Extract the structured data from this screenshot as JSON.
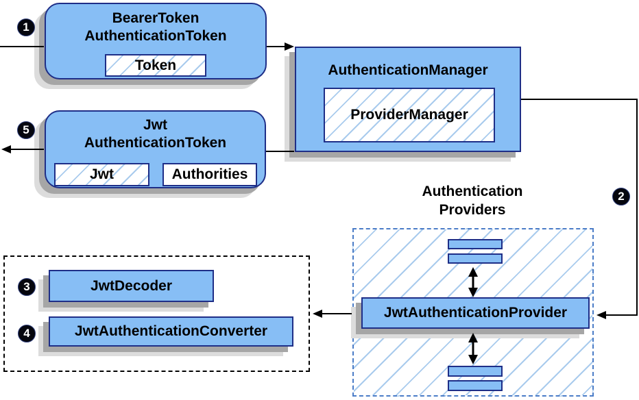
{
  "diagram": {
    "bearer_box": {
      "title_line1": "BearerToken",
      "title_line2": "AuthenticationToken",
      "chip": "Token"
    },
    "manager_box": {
      "title": "AuthenticationManager",
      "chip": "ProviderManager"
    },
    "jwt_box": {
      "title_line1": "Jwt",
      "title_line2": "AuthenticationToken",
      "chip_jwt": "Jwt",
      "chip_authorities": "Authorities"
    },
    "providers_area": {
      "label_line1": "Authentication",
      "label_line2": "Providers",
      "provider_box": "JwtAuthenticationProvider"
    },
    "resolver_area": {
      "decoder_box": "JwtDecoder",
      "converter_box": "JwtAuthenticationConverter"
    },
    "step_badges": [
      "1",
      "2",
      "3",
      "4",
      "5"
    ],
    "colors": {
      "box_fill": "#87BEF5",
      "box_border": "#1E2E87",
      "hatch_line": "#A9CBED",
      "providers_dash_border": "#4A7CC7",
      "resolver_dash_border": "#000000",
      "arrow": "#000000",
      "shadow_dark": "#A6A6A6",
      "shadow_light": "#DCDCDC",
      "badge_fill": "#05060E",
      "badge_text": "#FFFFFF"
    }
  }
}
